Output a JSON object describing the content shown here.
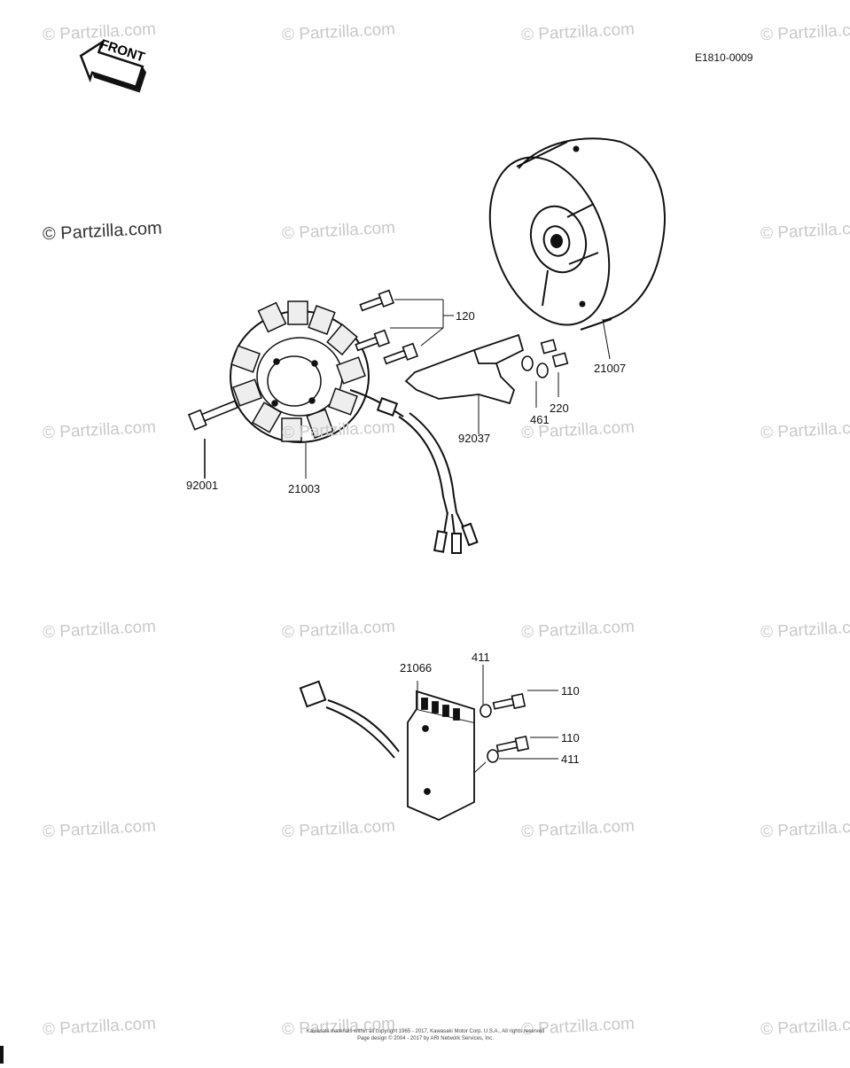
{
  "diagram": {
    "code": "E1810-0009",
    "front_label": "FRONT",
    "watermark_main": "© Partzilla.com",
    "watermark_small": "© Partzilla.com",
    "part_labels": {
      "p120": "120",
      "p21007": "21007",
      "p220": "220",
      "p461": "461",
      "p92037": "92037",
      "p92001": "92001",
      "p21003": "21003",
      "p21066": "21066",
      "p411_top": "411",
      "p110_top": "110",
      "p110_bottom": "110",
      "p411_bottom": "411"
    },
    "copyright_line1": "Kawasaki materials within all copyright 1965 - 2017, Kawasaki Motor Corp. U.S.A., All rights reserved",
    "copyright_line2": "Page design © 2004 - 2017 by ARI Network Services, Inc."
  }
}
